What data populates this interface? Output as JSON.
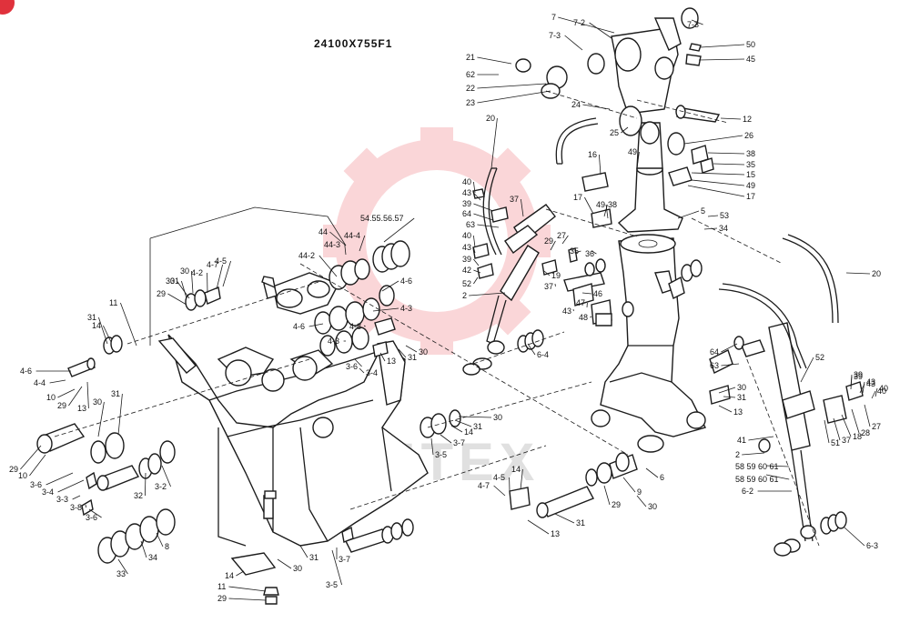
{
  "diagram": {
    "code": "24100X755F1",
    "watermark": "VHTEX",
    "colors": {
      "watermark_gear": "#f4a6ab",
      "badge": "#e0323c",
      "line": "#1c1c1c"
    },
    "labels": [
      "7",
      "7-2",
      "7-3",
      "7-3",
      "21",
      "62",
      "22",
      "23",
      "50",
      "45",
      "24",
      "12",
      "25",
      "26",
      "20",
      "16",
      "49",
      "38",
      "35",
      "15",
      "49",
      "17",
      "40",
      "43",
      "39",
      "64",
      "37",
      "17",
      "49",
      "38",
      "5",
      "53",
      "34",
      "63",
      "40",
      "43",
      "39",
      "42",
      "52",
      "2",
      "29",
      "27",
      "36",
      "35",
      "19",
      "37",
      "46",
      "48",
      "43",
      "47",
      "44",
      "44-3",
      "44-4",
      "54.55.56.57",
      "44-2",
      "4-6",
      "4-3",
      "4-6",
      "4-8",
      "4-3",
      "13",
      "31",
      "30",
      "3-6",
      "3-4",
      "30",
      "31",
      "14",
      "3-7",
      "3-5",
      "20",
      "64",
      "63",
      "30",
      "31",
      "13",
      "52",
      "39",
      "43",
      "40",
      "41",
      "51",
      "37",
      "18",
      "28",
      "27",
      "43",
      "39",
      "40",
      "2",
      "58 59 60 61",
      "58 59 60 61",
      "6-2",
      "6-3",
      "6-4",
      "6",
      "9",
      "29",
      "30",
      "31",
      "13",
      "4-7",
      "4-5",
      "14",
      "31",
      "30",
      "4-2",
      "4-7",
      "4-5",
      "11",
      "29",
      "30",
      "31",
      "14",
      "4-6",
      "4-4",
      "10",
      "29",
      "13",
      "30",
      "31",
      "29",
      "10",
      "3-6",
      "3-4",
      "3-3",
      "3-8",
      "3-6",
      "32",
      "3-2",
      "8",
      "34",
      "33",
      "31",
      "30",
      "14",
      "11",
      "29",
      "3-7",
      "3-5"
    ]
  }
}
